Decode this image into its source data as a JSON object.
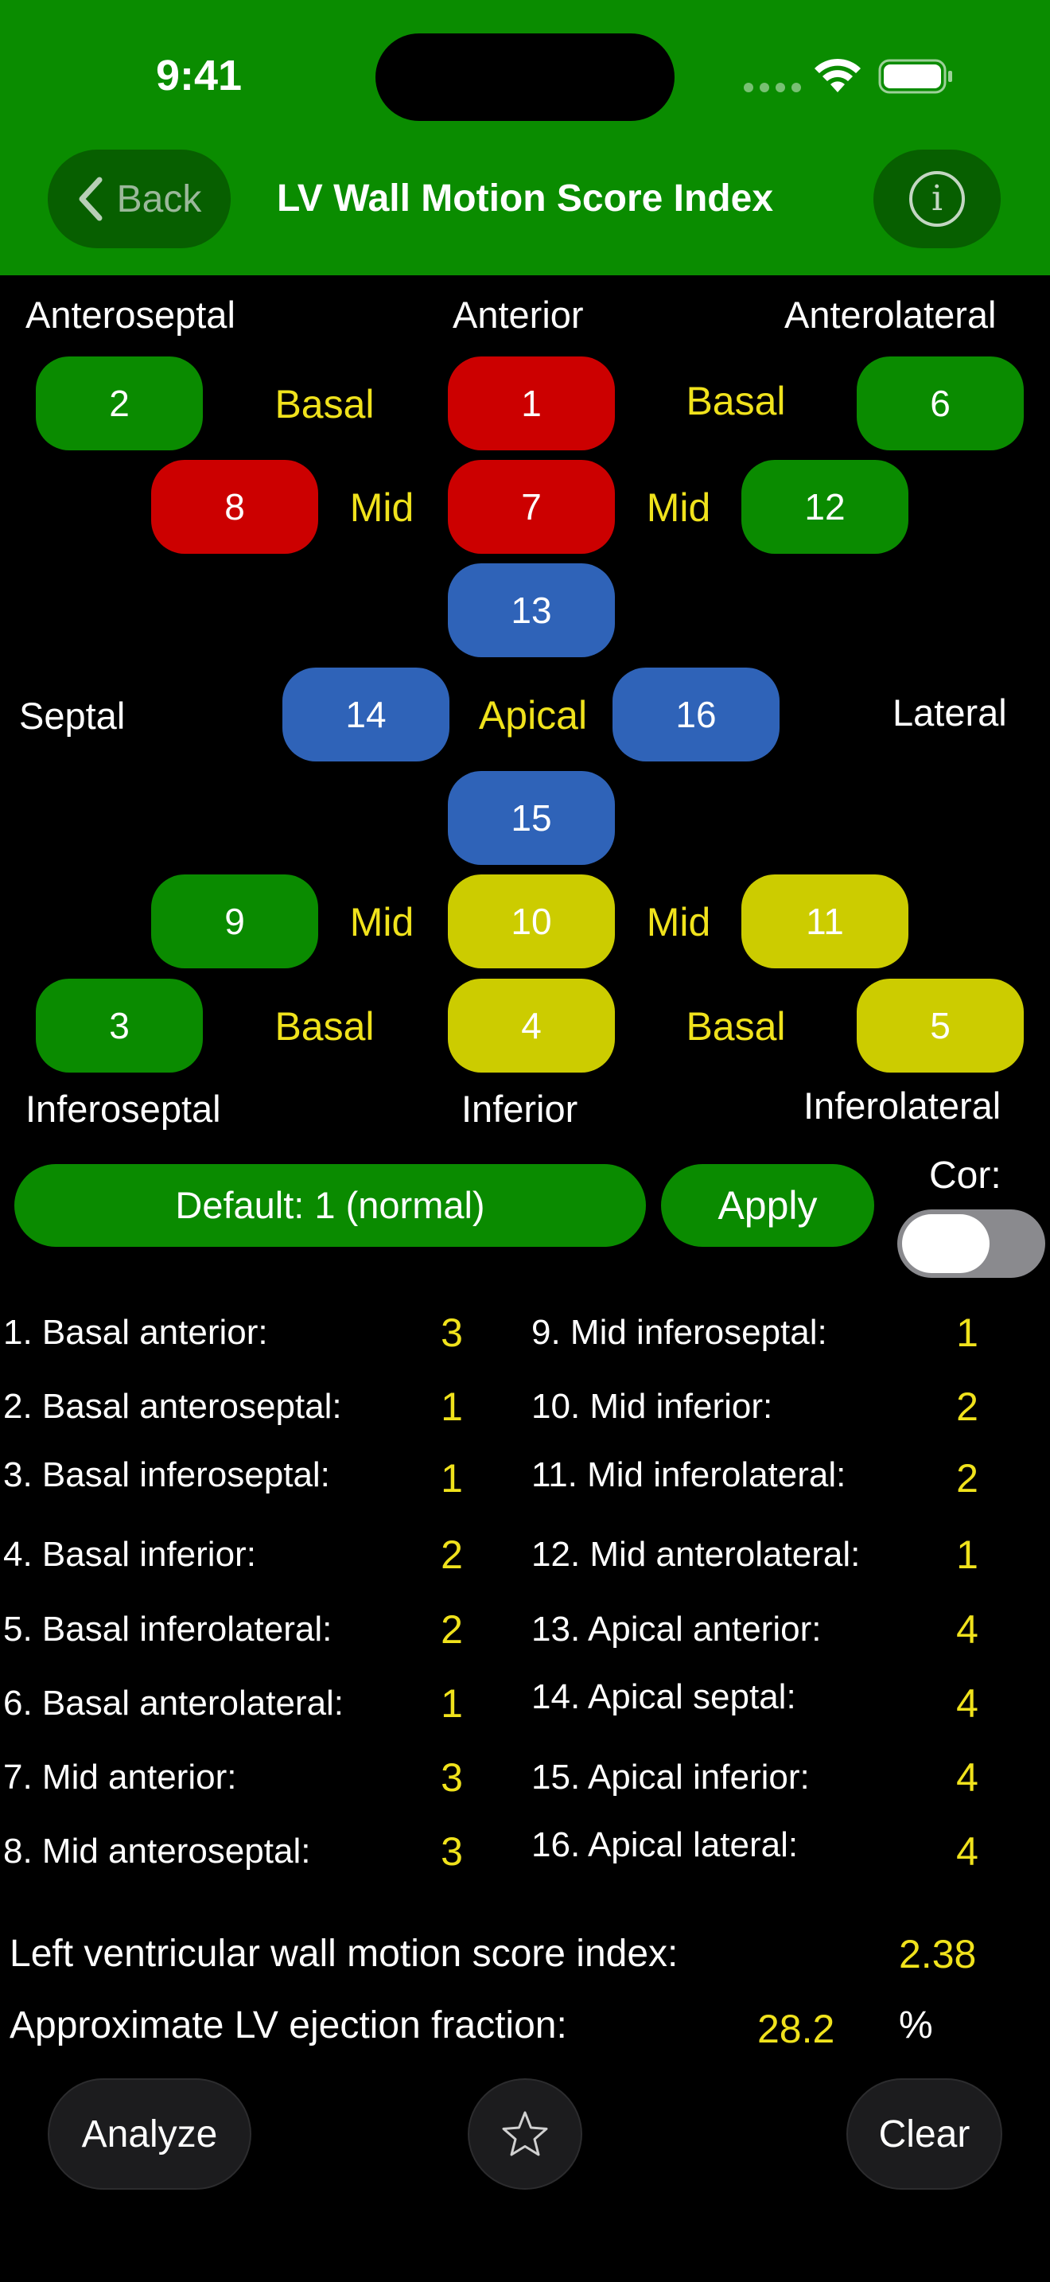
{
  "status": {
    "time": "9:41"
  },
  "nav": {
    "back_label": "Back",
    "title": "LV Wall Motion Score Index"
  },
  "diagram": {
    "walls": {
      "anteroseptal": "Anteroseptal",
      "anterior": "Anterior",
      "anterolateral": "Anterolateral",
      "septal": "Septal",
      "lateral": "Lateral",
      "inferoseptal": "Inferoseptal",
      "inferior": "Inferior",
      "inferolateral": "Inferolateral"
    },
    "levels": {
      "basal": "Basal",
      "mid": "Mid",
      "apical": "Apical"
    },
    "segments": {
      "s1": "1",
      "s2": "2",
      "s3": "3",
      "s4": "4",
      "s5": "5",
      "s6": "6",
      "s7": "7",
      "s8": "8",
      "s9": "9",
      "s10": "10",
      "s11": "11",
      "s12": "12",
      "s13": "13",
      "s14": "14",
      "s15": "15",
      "s16": "16"
    },
    "colors": {
      "score1": "#0a8b00",
      "score2": "#cccc00",
      "score3": "#cc0000",
      "score4": "#2f63b8"
    }
  },
  "controls": {
    "default_label": "Default: 1 (normal)",
    "apply_label": "Apply",
    "cor_label": "Cor:",
    "cor_on": false
  },
  "scores_left": [
    {
      "label": "1. Basal anterior:",
      "value": "3"
    },
    {
      "label": "2. Basal anteroseptal:",
      "value": "1"
    },
    {
      "label": "3. Basal inferoseptal:",
      "value": "1"
    },
    {
      "label": "4. Basal inferior:",
      "value": "2"
    },
    {
      "label": "5. Basal inferolateral:",
      "value": "2"
    },
    {
      "label": "6. Basal anterolateral:",
      "value": "1"
    },
    {
      "label": "7. Mid anterior:",
      "value": "3"
    },
    {
      "label": "8. Mid anteroseptal:",
      "value": "3"
    }
  ],
  "scores_right": [
    {
      "label": "9. Mid inferoseptal:",
      "value": "1"
    },
    {
      "label": "10. Mid inferior:",
      "value": "2"
    },
    {
      "label": "11. Mid inferolateral:",
      "value": "2"
    },
    {
      "label": "12. Mid anterolateral:",
      "value": "1"
    },
    {
      "label": "13. Apical anterior:",
      "value": "4"
    },
    {
      "label": "14. Apical septal:",
      "value": "4"
    },
    {
      "label": "15. Apical inferior:",
      "value": "4"
    },
    {
      "label": "16. Apical lateral:",
      "value": "4"
    }
  ],
  "results": {
    "wmsi_label": "Left ventricular wall motion score index:",
    "wmsi_value": "2.38",
    "ef_label": "Approximate LV ejection fraction:",
    "ef_value": "28.2",
    "ef_unit": "%"
  },
  "footer": {
    "analyze_label": "Analyze",
    "clear_label": "Clear"
  }
}
